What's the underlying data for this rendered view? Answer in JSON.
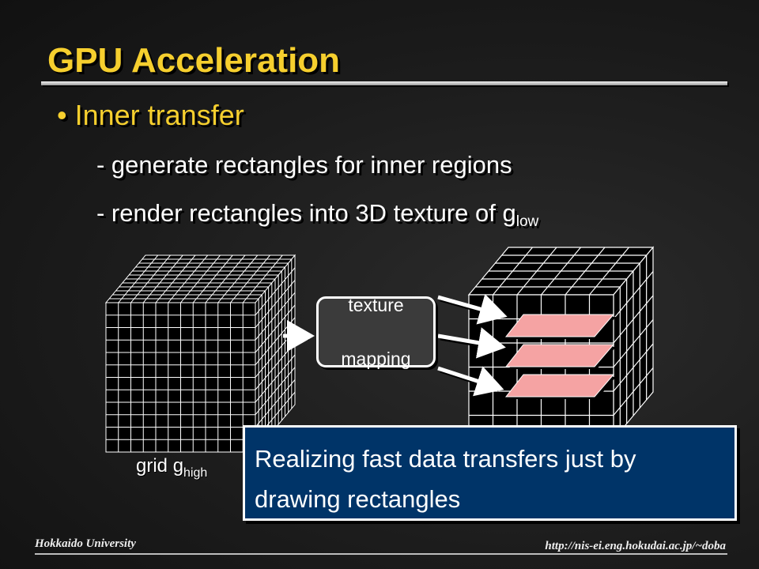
{
  "slide": {
    "title": "GPU Acceleration",
    "bullet": "• Inner transfer",
    "sub_items": {
      "line1": "- generate rectangles for inner regions",
      "line2_main": "- render rectangles into 3D texture of g",
      "line2_sub": "low"
    }
  },
  "diagram": {
    "grid_label_main": "grid g",
    "grid_label_sub": "high",
    "texture_box_line1": "texture",
    "texture_box_line2": "mapping",
    "colors": {
      "slab_fill": "#f5a3a3",
      "grid_line": "#ffffff",
      "cube_face": "#000000"
    }
  },
  "callout": {
    "line1": "Realizing fast data transfers just by",
    "line2": "drawing rectangles",
    "background": "#003468"
  },
  "footer": {
    "left": "Hokkaido University",
    "right": "http://nis-ei.eng.hokudai.ac.jp/~doba"
  },
  "colors": {
    "title": "#f6cf2e",
    "text": "#ffffff"
  }
}
